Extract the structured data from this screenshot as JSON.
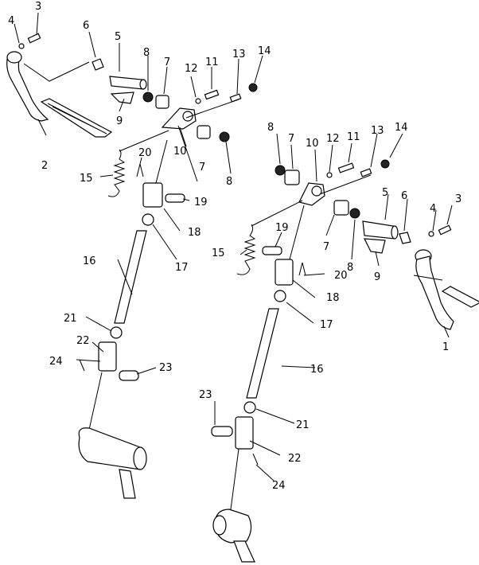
{
  "labels": {
    "p1": "1",
    "p2": "2",
    "p3a": "3",
    "p3b": "3",
    "p4a": "4",
    "p4b": "4",
    "p5a": "5",
    "p5b": "5",
    "p6a": "6",
    "p6b": "6",
    "p7a": "7",
    "p7b": "7",
    "p7c": "7",
    "p7d": "7",
    "p8a": "8",
    "p8b": "8",
    "p8c": "8",
    "p8d": "8",
    "p9a": "9",
    "p9b": "9",
    "p10a": "10",
    "p10b": "10",
    "p11a": "11",
    "p11b": "11",
    "p12a": "12",
    "p12b": "12",
    "p13a": "13",
    "p13b": "13",
    "p14a": "14",
    "p14b": "14",
    "p15a": "15",
    "p15b": "15",
    "p16a": "16",
    "p16b": "16",
    "p17a": "17",
    "p17b": "17",
    "p18a": "18",
    "p18b": "18",
    "p19a": "19",
    "p19b": "19",
    "p20a": "20",
    "p20b": "20",
    "p21a": "21",
    "p21b": "21",
    "p22a": "22",
    "p22b": "22",
    "p23a": "23",
    "p23b": "23",
    "p24a": "24",
    "p24b": "24"
  }
}
